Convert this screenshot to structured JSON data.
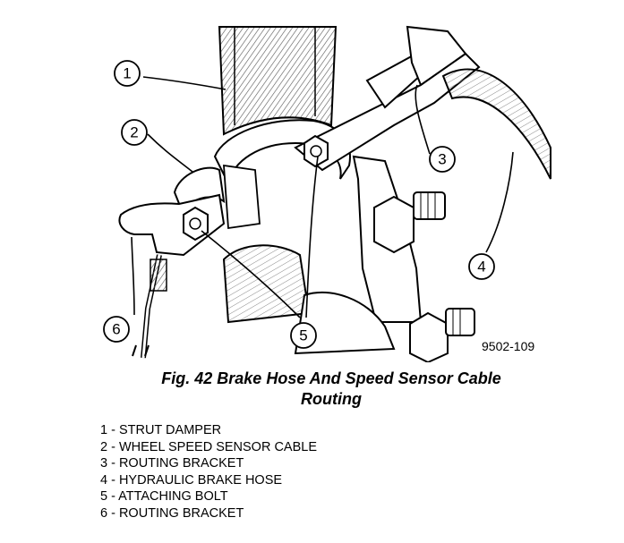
{
  "figure": {
    "figure_id": "9502-109",
    "callouts": [
      "1",
      "2",
      "3",
      "4",
      "5",
      "5",
      "6"
    ]
  },
  "caption": {
    "line1": "Fig. 42 Brake Hose And Speed Sensor Cable",
    "line2": "Routing"
  },
  "legend": [
    {
      "number": "1",
      "label": "STRUT DAMPER",
      "text": "1 - STRUT DAMPER"
    },
    {
      "number": "2",
      "label": "WHEEL SPEED SENSOR CABLE",
      "text": "2 - WHEEL SPEED SENSOR CABLE"
    },
    {
      "number": "3",
      "label": "ROUTING BRACKET",
      "text": "3 - ROUTING BRACKET"
    },
    {
      "number": "4",
      "label": "HYDRAULIC BRAKE HOSE",
      "text": "4 - HYDRAULIC BRAKE HOSE"
    },
    {
      "number": "5",
      "label": "ATTACHING BOLT",
      "text": "5 - ATTACHING BOLT"
    },
    {
      "number": "6",
      "label": "ROUTING BRACKET",
      "text": "6 - ROUTING BRACKET"
    }
  ]
}
